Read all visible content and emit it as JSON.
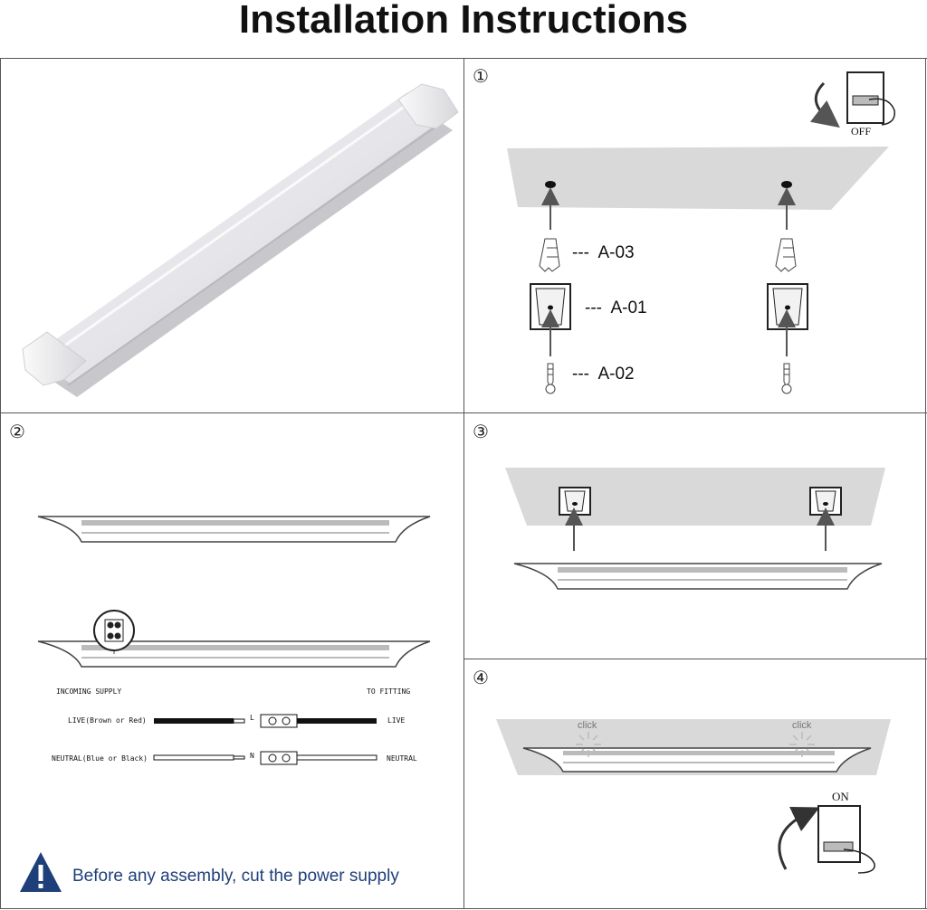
{
  "page": {
    "title": "Installation Instructions"
  },
  "colors": {
    "border": "#555555",
    "ceiling": "#d9d9d9",
    "warning_blue": "#1f3f7a",
    "arrow": "#555555"
  },
  "panel_product": {
    "icon": "led-batten-light"
  },
  "step1": {
    "number": "①",
    "switch_label": "OFF",
    "parts": [
      {
        "code": "A-03",
        "label": "---  A-03",
        "icon": "wall-plug"
      },
      {
        "code": "A-01",
        "label": "---  A-01",
        "icon": "mounting-clip"
      },
      {
        "code": "A-02",
        "label": "---  A-02",
        "icon": "screw"
      }
    ]
  },
  "step2": {
    "number": "②",
    "incoming_supply": "INCOMING SUPPLY",
    "to_fitting": "TO FITTING",
    "live_left": "LIVE(Brown or Red)",
    "live_right": "LIVE",
    "live_marker": "L",
    "neutral_left": "NEUTRAL(Blue or Black)",
    "neutral_right": "NEUTRAL",
    "neutral_marker": "N"
  },
  "step3": {
    "number": "③"
  },
  "step4": {
    "number": "④",
    "click_left": "click",
    "click_right": "click",
    "switch_label": "ON"
  },
  "warning": {
    "text": "Before any assembly, cut the power supply",
    "icon": "warning-triangle"
  }
}
